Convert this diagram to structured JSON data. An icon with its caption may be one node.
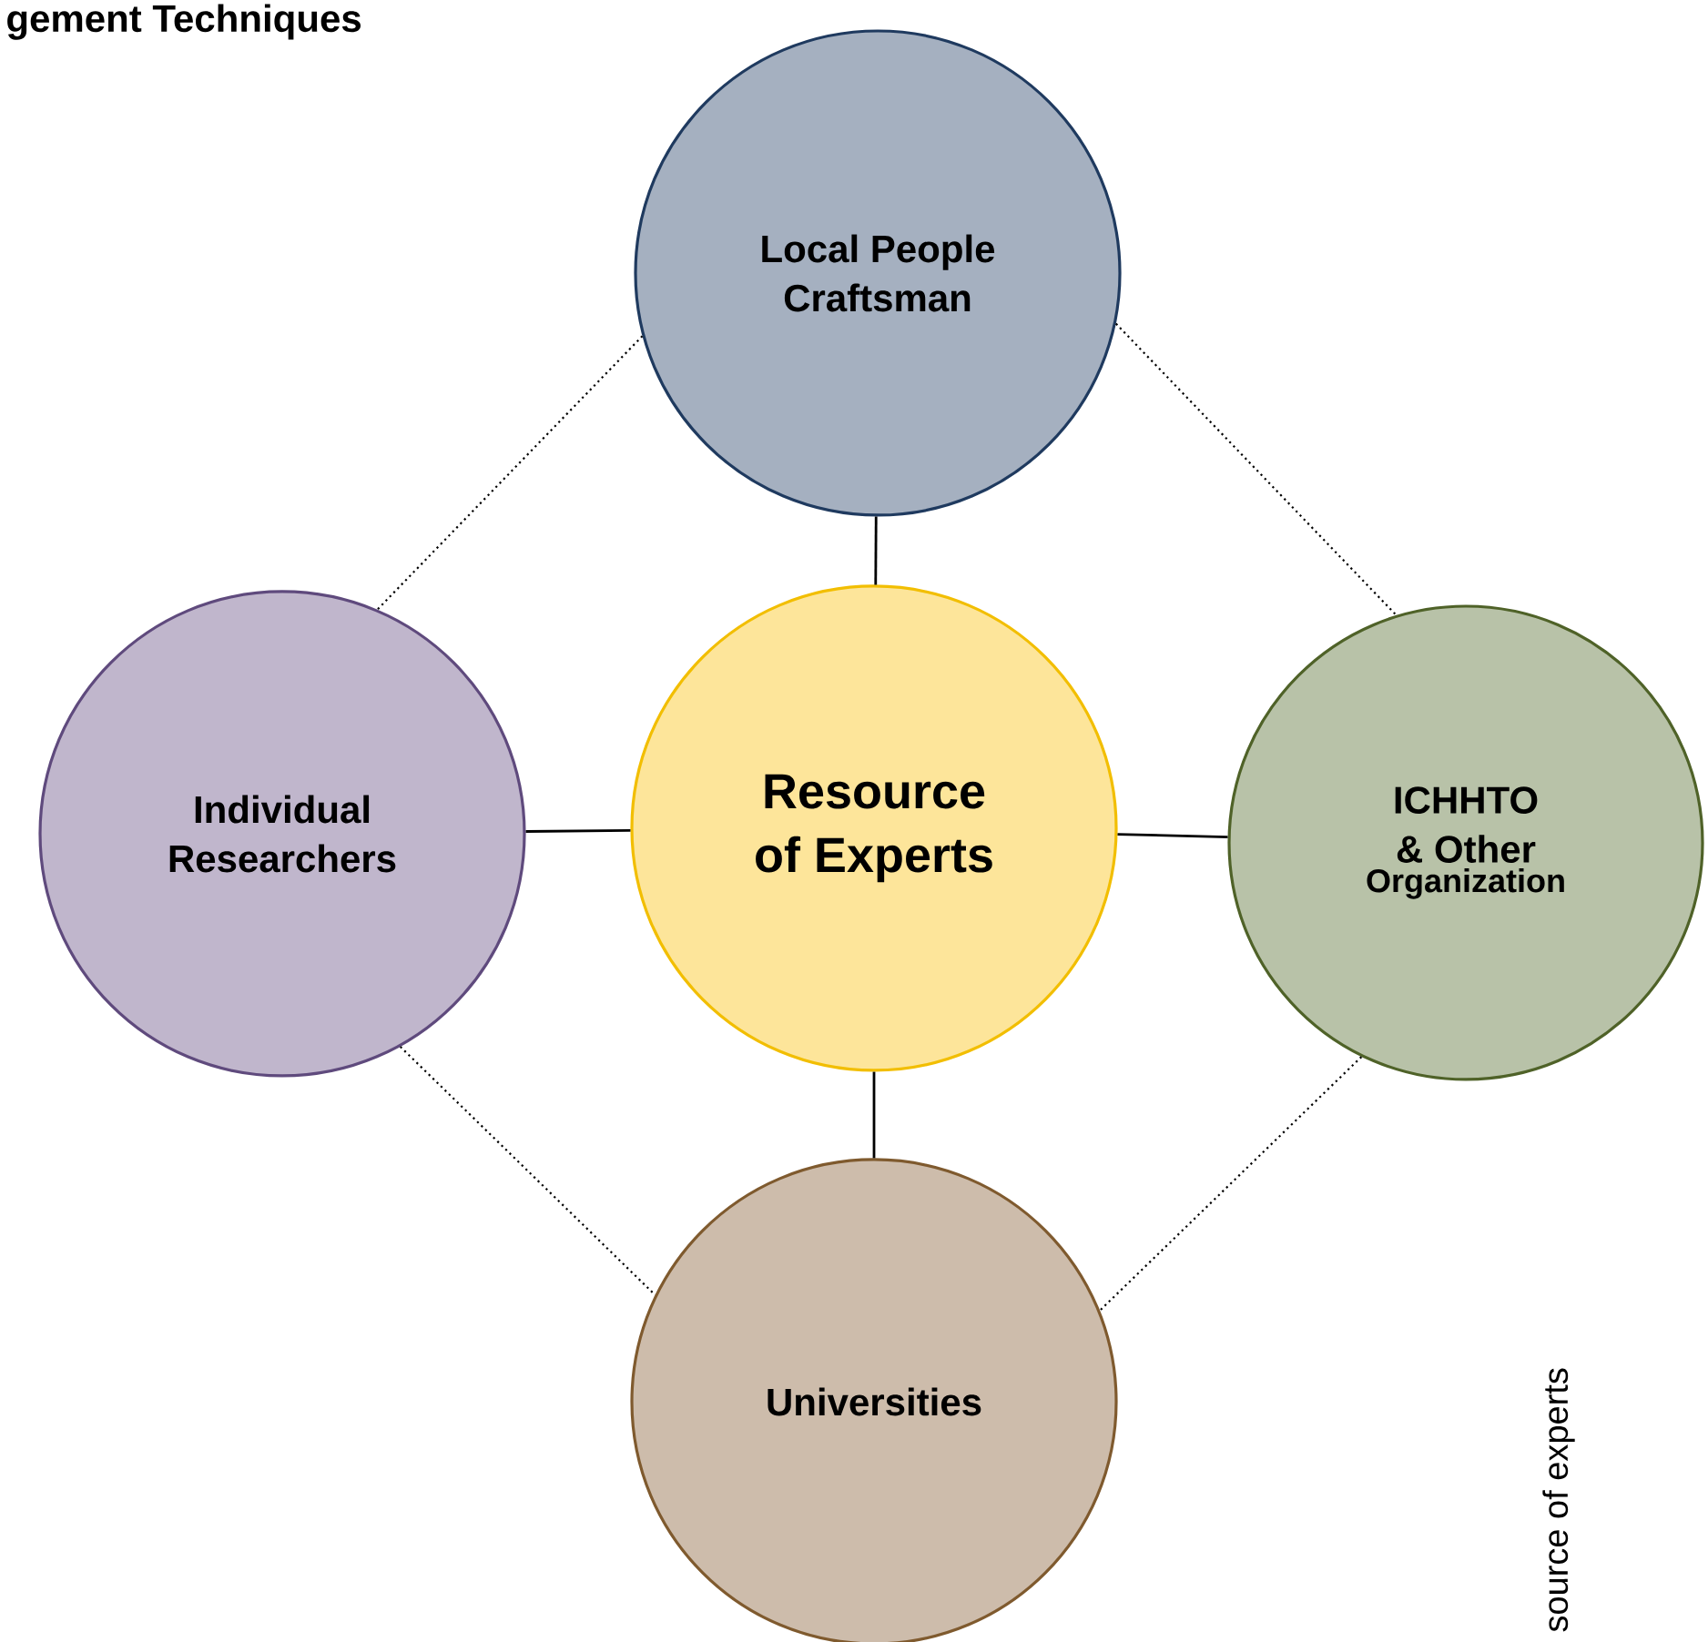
{
  "diagram": {
    "nodes": [
      {
        "text": [
          "Resource of Experts"
        ]
      },
      {
        "text": [
          "Local People Craftsman"
        ]
      },
      {
        "text": [
          "Individual Researchers"
        ]
      },
      {
        "text": [
          "ICHHTO & Other",
          "Organization"
        ]
      },
      {
        "text": [
          "Universities"
        ]
      }
    ],
    "edges": [
      {
        "from": 0,
        "to": 1,
        "arrow": "none"
      },
      {
        "from": 0,
        "to": 2,
        "arrow": "none"
      },
      {
        "from": 0,
        "to": 3,
        "arrow": "none"
      },
      {
        "from": 0,
        "to": 4,
        "arrow": "none"
      },
      {
        "from": 1,
        "to": 2,
        "arrow": "none",
        "style": "dashed"
      },
      {
        "from": 1,
        "to": 3,
        "arrow": "none",
        "style": "dashed"
      },
      {
        "from": 2,
        "to": 4,
        "arrow": "none",
        "style": "dashed"
      },
      {
        "from": 3,
        "to": 4,
        "arrow": "none",
        "style": "dashed"
      }
    ],
    "labels": [
      "gement Techniques",
      "source of experts"
    ]
  }
}
